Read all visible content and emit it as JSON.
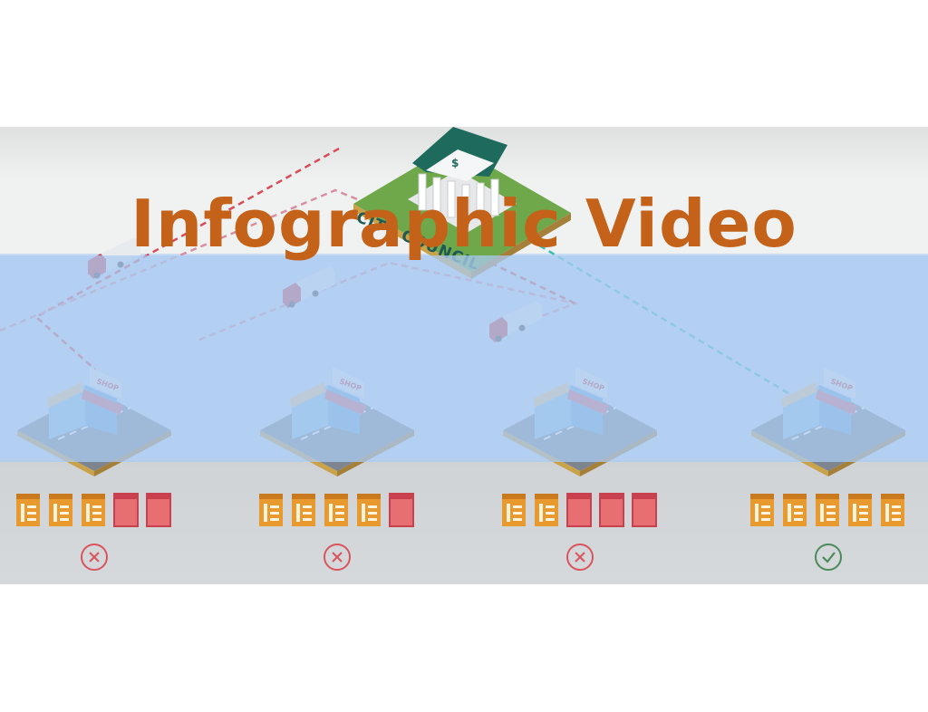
{
  "title": "Infographic Video",
  "building": {
    "label": "CITY COUNCIL",
    "sign": "$"
  },
  "shops": [
    {
      "sign": "SHOP",
      "filled": 3,
      "empty": 2,
      "status": "fail"
    },
    {
      "sign": "SHOP",
      "filled": 4,
      "empty": 1,
      "status": "fail"
    },
    {
      "sign": "SHOP",
      "filled": 2,
      "empty": 3,
      "status": "fail"
    },
    {
      "sign": "SHOP",
      "filled": 5,
      "empty": 0,
      "status": "ok"
    }
  ],
  "icons": {
    "fail": "cross-circle-icon",
    "ok": "check-circle-icon",
    "truck": "delivery-truck-icon",
    "shop": "shop-building-icon"
  },
  "colors": {
    "title": "#c4621a",
    "route_red": "#d94b58",
    "route_teal": "#3fbfb0",
    "fail": "#d9545d",
    "ok": "#4b8a5b",
    "crate": "#e89a2e",
    "empty_box": "#e76f72",
    "roof": "#1e6b5e",
    "grass": "#6ea84a"
  }
}
